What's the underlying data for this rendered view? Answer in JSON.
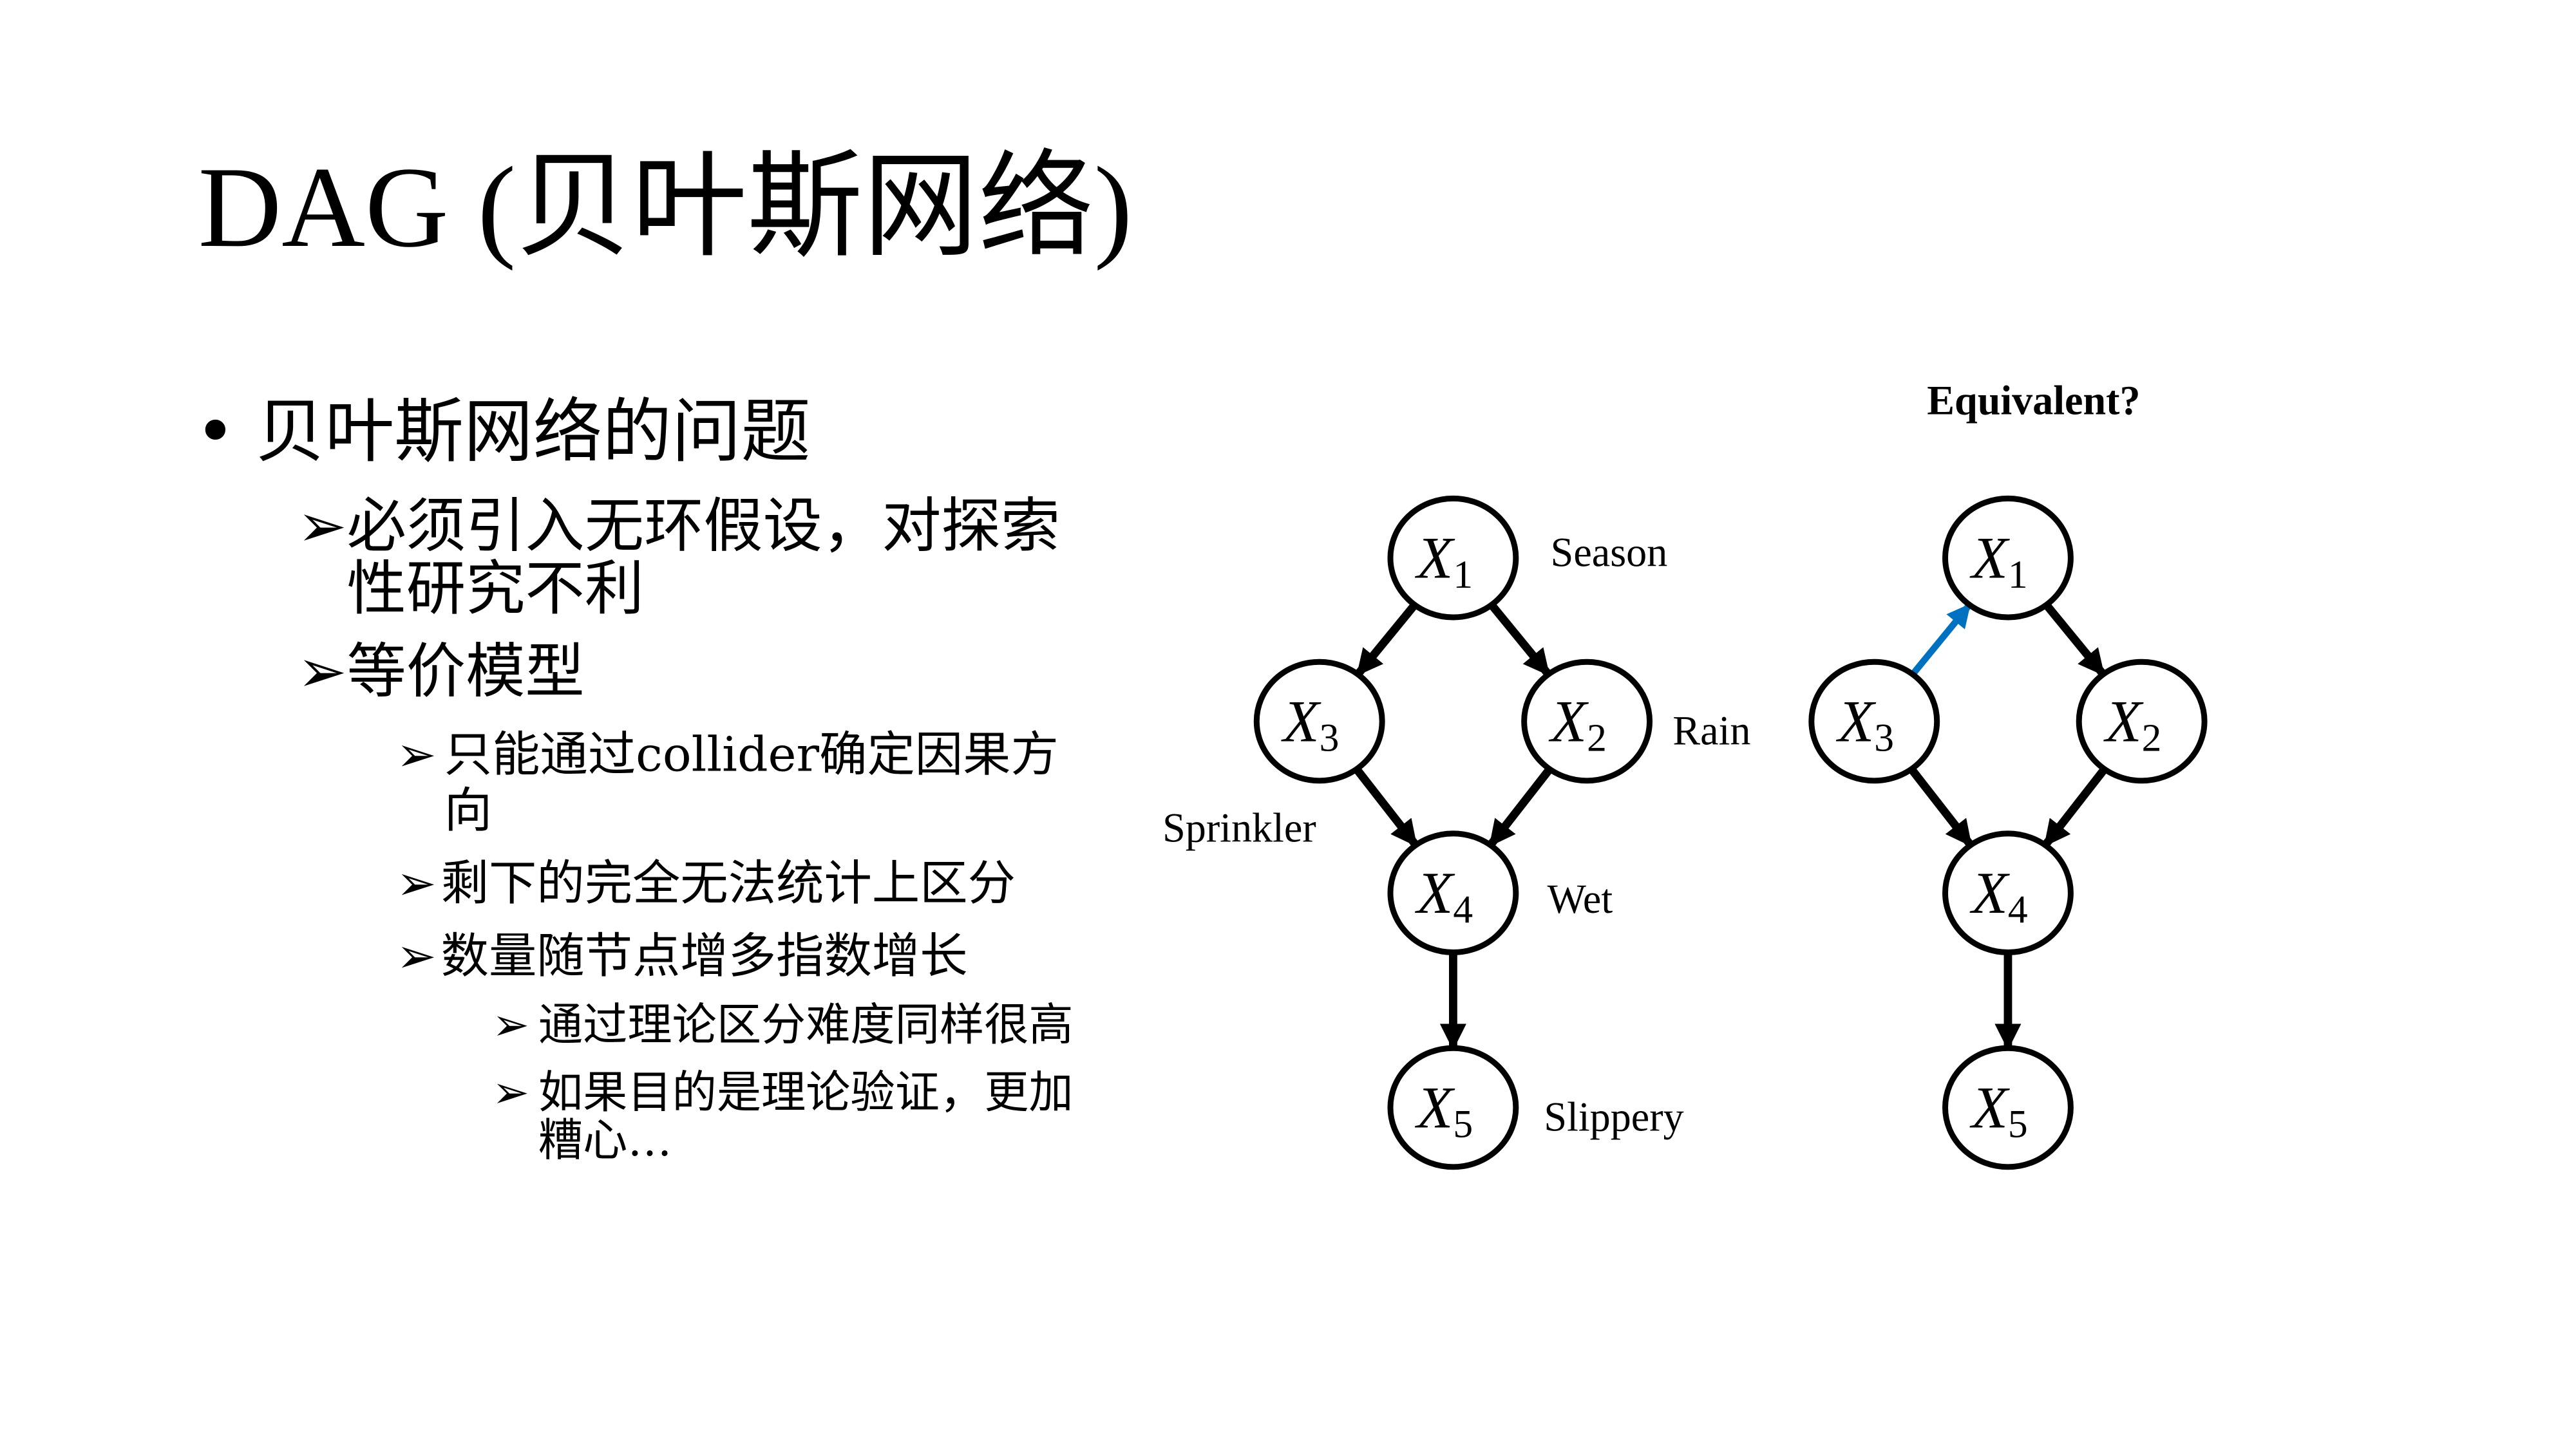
{
  "title": "DAG (贝叶斯网络)",
  "bullets": {
    "l1": {
      "marker": "•",
      "text": "贝叶斯网络的问题"
    },
    "l2a": {
      "marker": "➢",
      "lines": [
        "必须引入无环假设，对探索",
        "性研究不利"
      ]
    },
    "l2b": {
      "marker": "➢",
      "lines": [
        "等价模型"
      ]
    },
    "l3a": {
      "marker": "➢",
      "lines": [
        "只能通过collider确定因果方",
        "向"
      ]
    },
    "l3b": {
      "marker": "➢",
      "lines": [
        "剩下的完全无法统计上区分"
      ]
    },
    "l3c": {
      "marker": "➢",
      "lines": [
        "数量随节点增多指数增长"
      ]
    },
    "l4a": {
      "marker": "➢",
      "lines": [
        "通过理论区分难度同样很高"
      ]
    },
    "l4b": {
      "marker": "➢",
      "lines": [
        "如果目的是理论验证，更加",
        "糟心…"
      ]
    }
  },
  "diagram": {
    "heading": "Equivalent?",
    "nodes": {
      "x1": "X",
      "s1": "1",
      "s2": "2",
      "s3": "3",
      "s4": "4",
      "s5": "5"
    },
    "labels": {
      "season": "Season",
      "rain": "Rain",
      "sprinkler": "Sprinkler",
      "wet": "Wet",
      "slippery": "Slippery"
    },
    "colors": {
      "edge": "#000000",
      "reversed_edge": "#0070C0"
    }
  }
}
